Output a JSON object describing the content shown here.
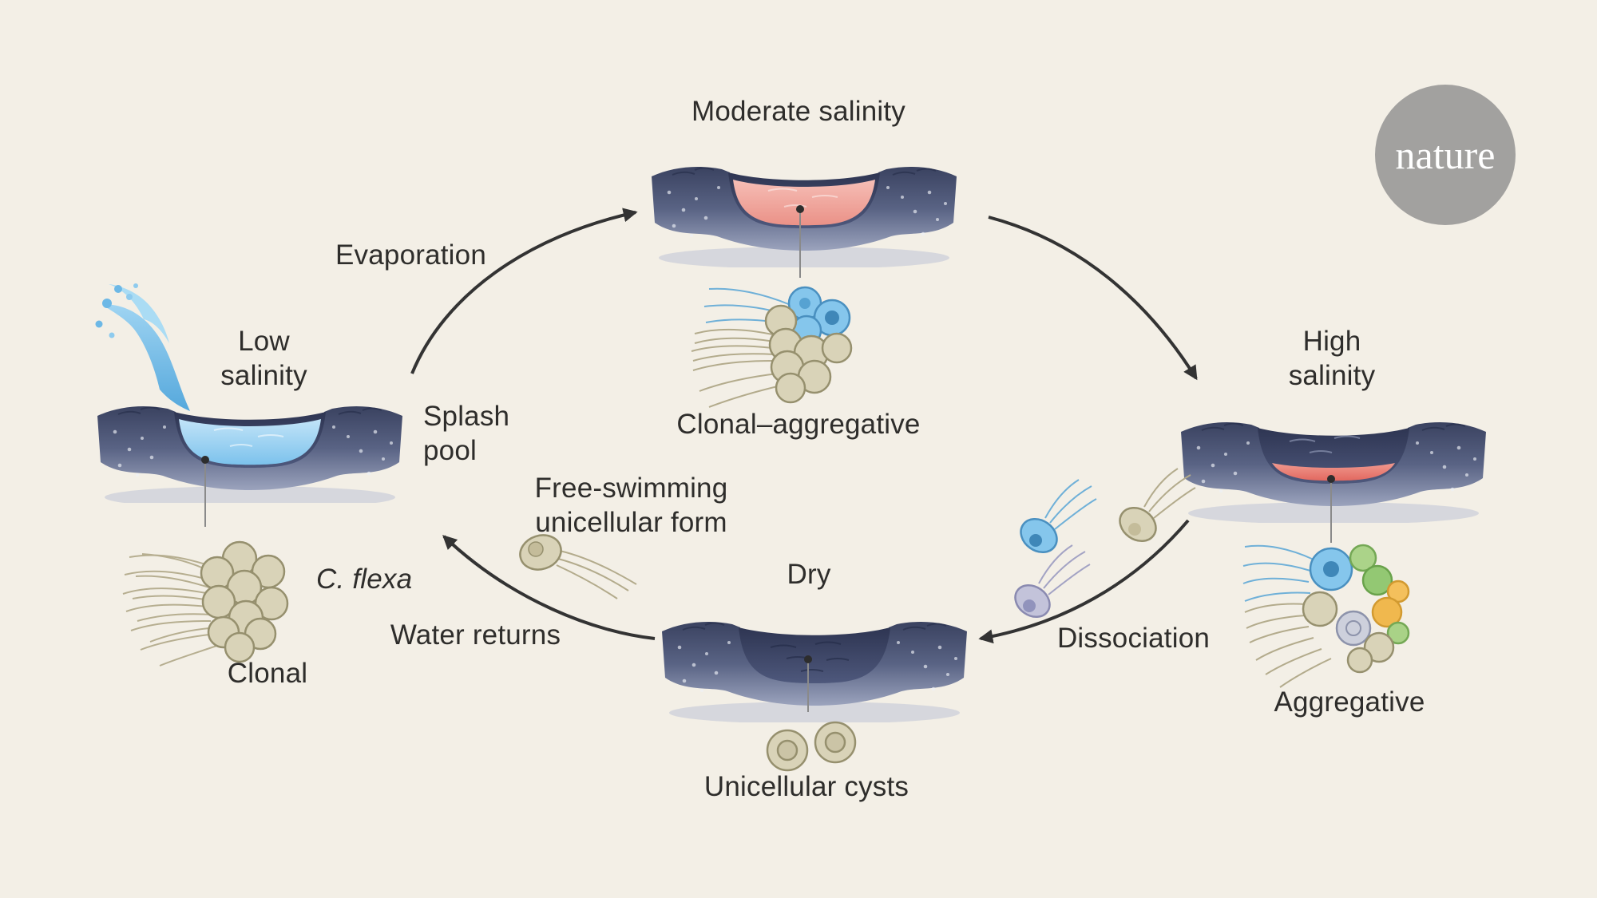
{
  "logo": {
    "text": "nature"
  },
  "stages": {
    "low": {
      "title": "Low salinity",
      "pool_label": "Splash pool",
      "species_label": "C. flexa",
      "cell_label": "Clonal"
    },
    "moderate": {
      "title": "Moderate salinity",
      "cell_label": "Clonal–aggregative"
    },
    "high": {
      "title": "High salinity",
      "cell_label": "Aggregative"
    },
    "dry": {
      "title": "Dry",
      "cell_label": "Unicellular cysts"
    }
  },
  "transitions": {
    "low_to_moderate": "Evaporation",
    "high_to_dry": "Dissociation",
    "dry_to_low": "Water returns"
  },
  "annotations": {
    "free_swimming": "Free-swimming unicellular form"
  },
  "colors": {
    "background": "#f3efe6",
    "rock_dark": "#3a4260",
    "water_low": "#7cc2ec",
    "water_moderate": "#ea9187",
    "water_high": "#e2685f",
    "cell_tan": "#d9d3b8",
    "cell_blue": "#85c6ec",
    "cell_green": "#93c873",
    "cell_yellow": "#f0b84e",
    "cell_purple": "#c3c3da",
    "arrow": "#333333",
    "logo_gray": "#a2a19f"
  }
}
